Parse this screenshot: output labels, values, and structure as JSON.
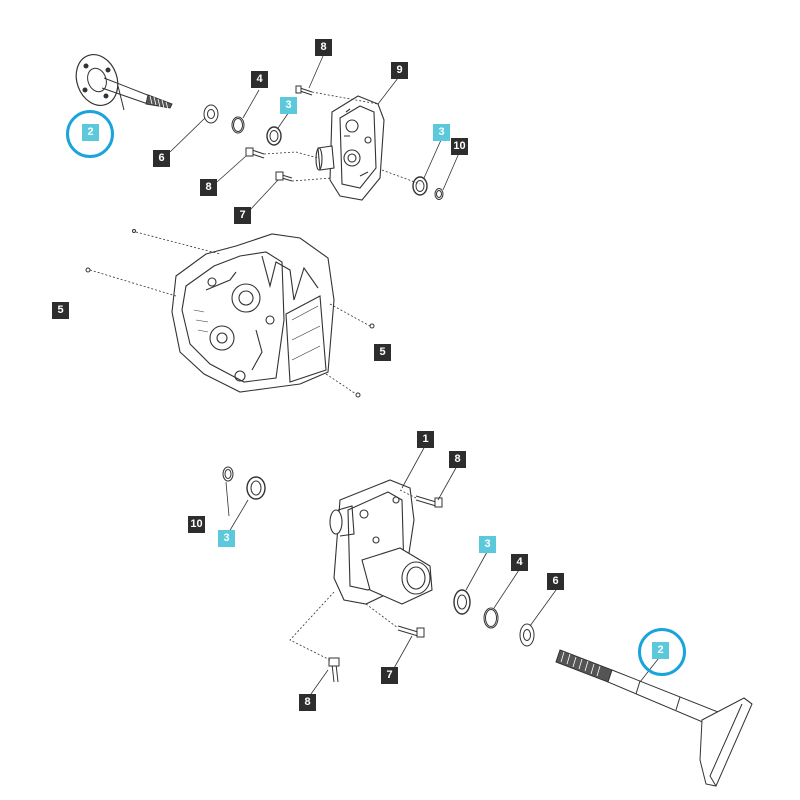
{
  "diagram": {
    "callouts": {
      "c2_top": "2",
      "c4_top": "4",
      "c3_top": "3",
      "c8_top_a": "8",
      "c9": "9",
      "c3_top_b": "3",
      "c10_top": "10",
      "c6_top": "6",
      "c8_top_b": "8",
      "c7_top": "7",
      "c5_left": "5",
      "c5_right": "5",
      "c1": "1",
      "c8_bot_a": "8",
      "c10_bot": "10",
      "c3_bot_a": "3",
      "c3_bot_b": "3",
      "c4_bot": "4",
      "c6_bot": "6",
      "c7_bot": "7",
      "c8_bot_b": "8",
      "c2_bot": "2"
    },
    "colors": {
      "callout_dark": "#2d2d2d",
      "callout_highlight": "#5bc8dc",
      "highlight_ring": "#1ba4dc",
      "line_art": "#333333"
    }
  }
}
